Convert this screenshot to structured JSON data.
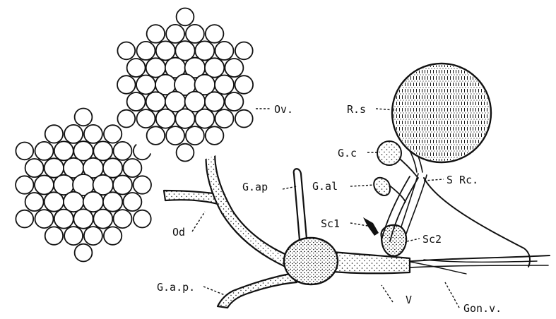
{
  "figure": {
    "colors": {
      "ink": "#111111",
      "paper": "#ffffff"
    },
    "labels": {
      "ovary": "Ov.",
      "oviduct": "Od",
      "receptaculum_seminis": "R.s",
      "genital_chamber_gland": "G.c",
      "accessory_gland_ap": "G.ap",
      "accessory_gland_al": "G.al",
      "sclerite_1": "Sc1",
      "sclerite_2": "Sc2",
      "seminal_receptacle_canal": "S Rc.",
      "vagina": "V",
      "genital_aperture": "G.a.p.",
      "gonoduct_vessel": "Gon.v."
    }
  }
}
